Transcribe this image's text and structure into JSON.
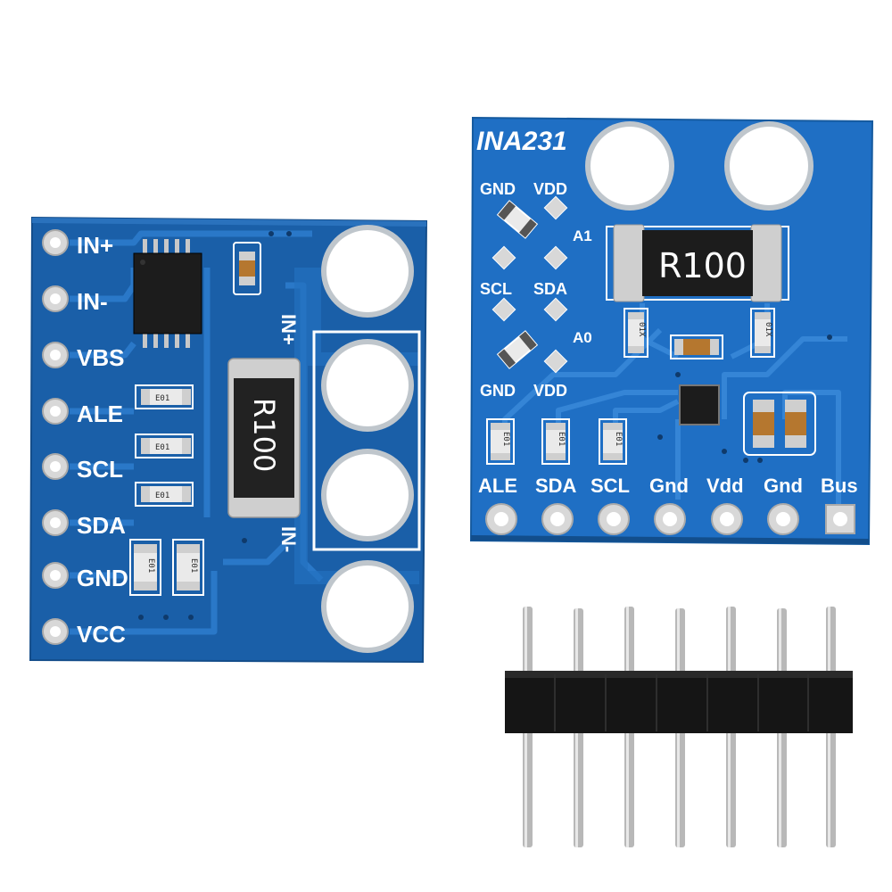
{
  "colors": {
    "background": "#ffffff",
    "pcb_left": "#1a5fa8",
    "pcb_right": "#1f6fc4",
    "trace": "#2a78c8",
    "pad": "#d8d8d8",
    "silkscreen": "#ffffff",
    "shunt_body": "#222222",
    "header_plastic": "#151515",
    "header_pin": "#b8b8b8"
  },
  "left_board": {
    "pin_labels": [
      "IN+",
      "IN-",
      "VBS",
      "ALE",
      "SCL",
      "SDA",
      "GND",
      "VCC"
    ],
    "shunt_label": "R100",
    "terminal_labels": [
      "IN+",
      "IN-"
    ],
    "smd_marking": "E01"
  },
  "right_board": {
    "title": "INA231",
    "top_labels": {
      "gnd_top": "GND",
      "vdd_top": "VDD",
      "a1": "A1",
      "scl": "SCL",
      "sda": "SDA",
      "a0": "A0",
      "gnd_bottom": "GND",
      "vdd_bottom": "VDD"
    },
    "shunt_label": "R100",
    "small_resistor_marking": "01X",
    "smd_marking": "E01",
    "pin_labels": [
      "ALE",
      "SDA",
      "SCL",
      "Gnd",
      "Vdd",
      "Gnd",
      "Bus"
    ]
  },
  "header": {
    "pin_count": 7
  }
}
